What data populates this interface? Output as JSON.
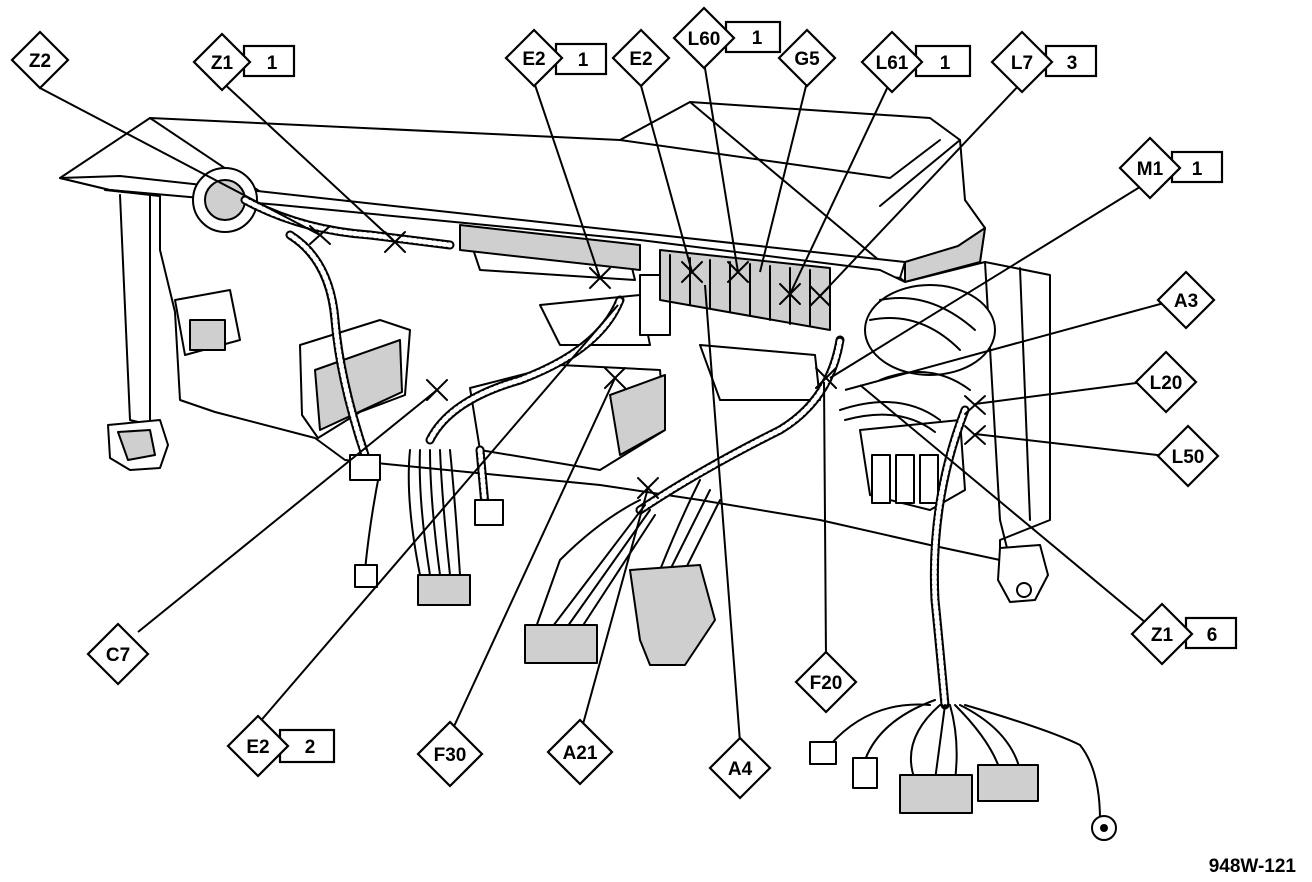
{
  "figure_id": "948W-121",
  "callouts": [
    {
      "code": "Z2",
      "num": ""
    },
    {
      "code": "Z1",
      "num": "1"
    },
    {
      "code": "E2",
      "num": "1"
    },
    {
      "code": "E2",
      "num": ""
    },
    {
      "code": "L60",
      "num": "1"
    },
    {
      "code": "G5",
      "num": ""
    },
    {
      "code": "L61",
      "num": "1"
    },
    {
      "code": "L7",
      "num": "3"
    },
    {
      "code": "M1",
      "num": "1"
    },
    {
      "code": "A3",
      "num": ""
    },
    {
      "code": "L20",
      "num": ""
    },
    {
      "code": "L50",
      "num": ""
    },
    {
      "code": "Z1",
      "num": "6"
    },
    {
      "code": "F20",
      "num": ""
    },
    {
      "code": "A4",
      "num": ""
    },
    {
      "code": "A21",
      "num": ""
    },
    {
      "code": "F30",
      "num": ""
    },
    {
      "code": "E2",
      "num": "2"
    },
    {
      "code": "C7",
      "num": ""
    }
  ]
}
